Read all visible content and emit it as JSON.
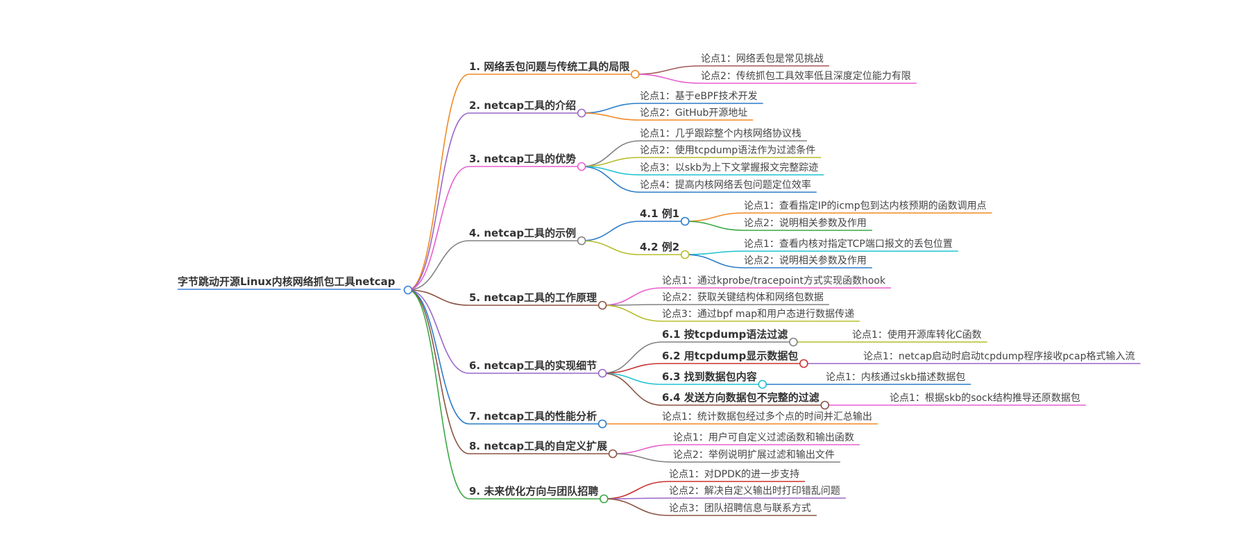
{
  "root": {
    "text": "字节跳动开源Linux内核网络抓包工具netcap",
    "color": "#3b7dd8"
  },
  "branches": [
    {
      "text": "1. 网络丢包问题与传统工具的局限",
      "color": "#f08a24",
      "children": [
        {
          "text": "论点1：网络丢包是常见挑战",
          "color": "#a35757"
        },
        {
          "text": "论点2：传统抓包工具效率低且深度定位能力有限",
          "color": "#e85fd0"
        }
      ]
    },
    {
      "text": "2. netcap工具的介绍",
      "color": "#9a67c9",
      "children": [
        {
          "text": "论点1：基于eBPF技术开发",
          "color": "#2b7cc9"
        },
        {
          "text": "论点2：GitHub开源地址",
          "color": "#f08a24"
        }
      ]
    },
    {
      "text": "3. netcap工具的优势",
      "color": "#e85fd0",
      "children": [
        {
          "text": "论点1：几乎跟踪整个内核网络协议栈",
          "color": "#808080"
        },
        {
          "text": "论点2：使用tcpdump语法作为过滤条件",
          "color": "#b5bd2a"
        },
        {
          "text": "论点3：以skb为上下文掌握报文完整踪迹",
          "color": "#1fc2cf"
        },
        {
          "text": "论点4：提高内核网络丢包问题定位效率",
          "color": "#2b7cc9"
        }
      ]
    },
    {
      "text": "4. netcap工具的示例",
      "color": "#808080",
      "children": [
        {
          "text": "4.1 例1",
          "color": "#2b7cc9",
          "children": [
            {
              "text": "论点1：查看指定IP的icmp包到达内核预期的函数调用点",
              "color": "#f08a24"
            },
            {
              "text": "论点2：说明相关参数及作用",
              "color": "#3aa844"
            }
          ]
        },
        {
          "text": "4.2 例2",
          "color": "#b5bd2a",
          "children": [
            {
              "text": "论点1：查看内核对指定TCP端口报文的丢包位置",
              "color": "#1fc2cf"
            },
            {
              "text": "论点2：说明相关参数及作用",
              "color": "#2b7cc9"
            }
          ]
        }
      ]
    },
    {
      "text": "5. netcap工具的工作原理",
      "color": "#8b5342",
      "children": [
        {
          "text": "论点1：通过kprobe/tracepoint方式实现函数hook",
          "color": "#e85fd0"
        },
        {
          "text": "论点2：获取关键结构体和网络包数据",
          "color": "#808080"
        },
        {
          "text": "论点3：通过bpf map和用户态进行数据传递",
          "color": "#b5bd2a"
        }
      ]
    },
    {
      "text": "6. netcap工具的实现细节",
      "color": "#9a67c9",
      "children": [
        {
          "text": "6.1 按tcpdump语法过滤",
          "color": "#808080",
          "children": [
            {
              "text": "论点1：使用开源库转化C函数",
              "color": "#b5bd2a"
            }
          ]
        },
        {
          "text": "6.2 用tcpdump显示数据包",
          "color": "#c83232",
          "children": [
            {
              "text": "论点1：netcap启动时启动tcpdump程序接收pcap格式输入流",
              "color": "#9a67c9"
            }
          ]
        },
        {
          "text": "6.3 找到数据包内容",
          "color": "#1fc2cf",
          "children": [
            {
              "text": "论点1：内核通过skb描述数据包",
              "color": "#2b7cc9"
            }
          ]
        },
        {
          "text": "6.4 发送方向数据包不完整的过滤",
          "color": "#8b5342",
          "children": [
            {
              "text": "论点1：根据skb的sock结构推导还原数据包",
              "color": "#e85fd0"
            }
          ]
        }
      ]
    },
    {
      "text": "7. netcap工具的性能分析",
      "color": "#2b7cc9",
      "children": [
        {
          "text": "论点1：统计数据包经过多个点的时间并汇总输出",
          "color": "#f08a24"
        }
      ]
    },
    {
      "text": "8. netcap工具的自定义扩展",
      "color": "#8b5342",
      "children": [
        {
          "text": "论点1：用户可自定义过滤函数和输出函数",
          "color": "#e85fd0"
        },
        {
          "text": "论点2：举例说明扩展过滤和输出文件",
          "color": "#808080"
        }
      ]
    },
    {
      "text": "9. 未来优化方向与团队招聘",
      "color": "#3aa844",
      "children": [
        {
          "text": "论点1：对DPDK的进一步支持",
          "color": "#c83232"
        },
        {
          "text": "论点2：解决自定义输出时打印错乱问题",
          "color": "#9a67c9"
        },
        {
          "text": "论点3：团队招聘信息与联系方式",
          "color": "#8b5342"
        }
      ]
    }
  ]
}
